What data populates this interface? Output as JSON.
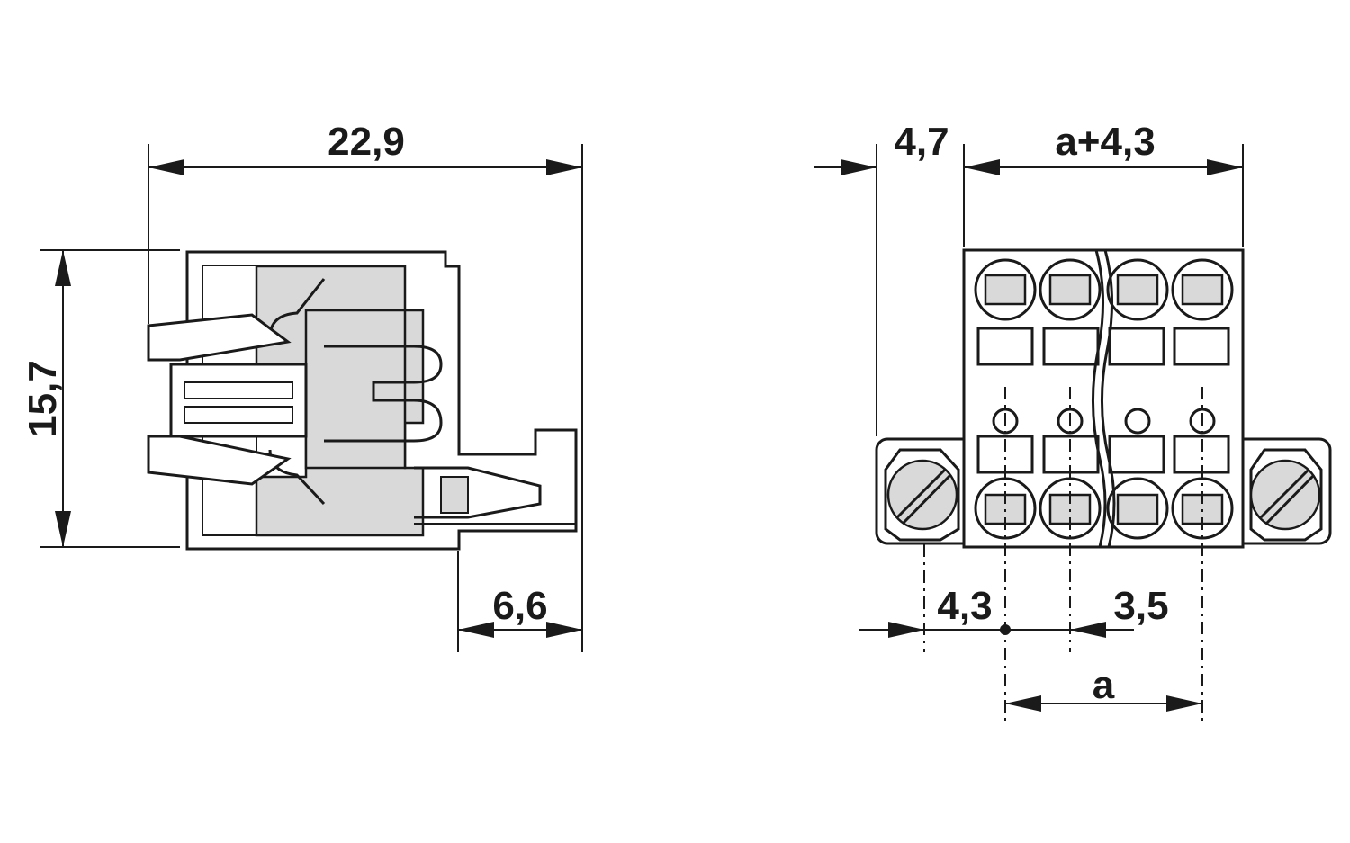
{
  "side_view": {
    "width_label": "22,9",
    "height_label": "15,7",
    "foot_label": "6,6"
  },
  "front_view": {
    "left_label": "4,7",
    "span_label": "a+4,3",
    "offset_label": "4,3",
    "pitch_label": "3,5",
    "a_label": "a"
  }
}
